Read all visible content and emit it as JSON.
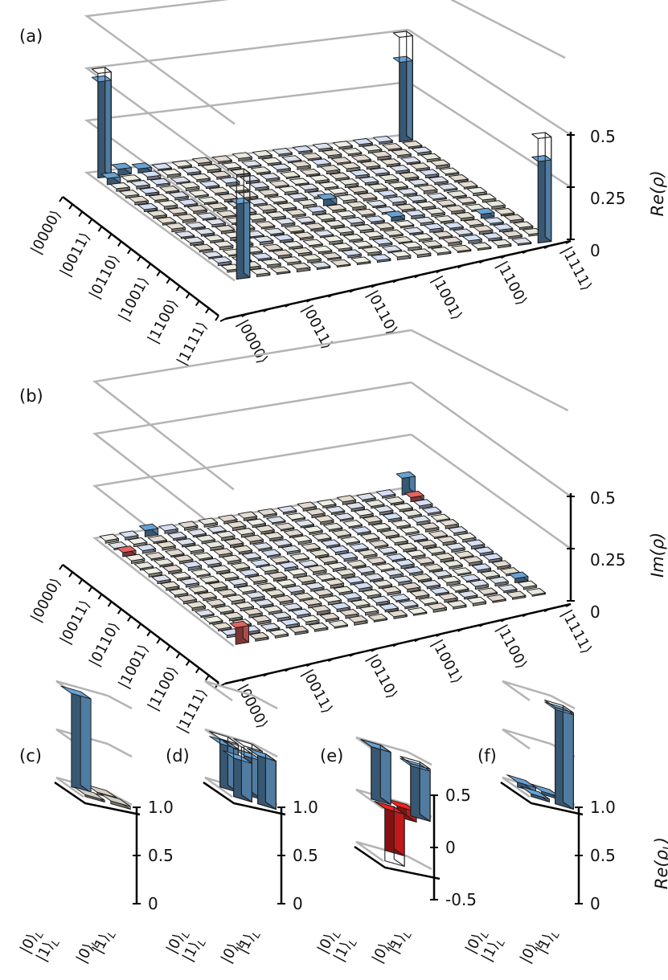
{
  "chart_data": [
    {
      "panel": "(a)",
      "type": "bar3d",
      "zlabel": "Re(ρ)",
      "zticks": [
        "0",
        "0.25",
        "0.5"
      ],
      "zlim": [
        0,
        0.5
      ],
      "row_ticks": [
        "|0000⟩",
        "|0011⟩",
        "|0110⟩",
        "|1001⟩",
        "|1100⟩",
        "|1111⟩"
      ],
      "col_ticks": [
        "|0000⟩",
        "|0011⟩",
        "|0110⟩",
        "|1001⟩",
        "|1100⟩",
        "|1111⟩"
      ],
      "grid_size": 16,
      "bars": [
        {
          "row": 0,
          "col": 0,
          "value": 0.46,
          "ideal": 0.5
        },
        {
          "row": 0,
          "col": 15,
          "value": 0.38,
          "ideal": 0.5
        },
        {
          "row": 15,
          "col": 0,
          "value": 0.36,
          "ideal": 0.5
        },
        {
          "row": 15,
          "col": 15,
          "value": 0.39,
          "ideal": 0.5
        },
        {
          "row": 0,
          "col": 1,
          "value": 0.03
        },
        {
          "row": 1,
          "col": 0,
          "value": 0.03
        },
        {
          "row": 0,
          "col": 2,
          "value": 0.02
        },
        {
          "row": 7,
          "col": 8,
          "value": 0.03
        },
        {
          "row": 10,
          "col": 10,
          "value": 0.02
        },
        {
          "row": 11,
          "col": 14,
          "value": 0.02
        }
      ]
    },
    {
      "panel": "(b)",
      "type": "bar3d",
      "zlabel": "Im(ρ)",
      "zticks": [
        "0",
        "0.25",
        "0.5"
      ],
      "zlim": [
        0,
        0.5
      ],
      "row_ticks": [
        "|0000⟩",
        "|0011⟩",
        "|0110⟩",
        "|1001⟩",
        "|1100⟩",
        "|1111⟩"
      ],
      "col_ticks": [
        "|0000⟩",
        "|0011⟩",
        "|0110⟩",
        "|1001⟩",
        "|1100⟩",
        "|1111⟩"
      ],
      "grid_size": 16,
      "bars": [
        {
          "row": 0,
          "col": 15,
          "value": 0.08
        },
        {
          "row": 15,
          "col": 0,
          "value": -0.08
        },
        {
          "row": 0,
          "col": 2,
          "value": 0.03
        },
        {
          "row": 2,
          "col": 0,
          "value": -0.02
        },
        {
          "row": 1,
          "col": 15,
          "value": -0.02
        },
        {
          "row": 13,
          "col": 15,
          "value": 0.02
        }
      ]
    },
    {
      "panel": "(c)",
      "type": "bar3d",
      "zticks": [
        "0",
        "0.5",
        "1.0"
      ],
      "zlim": [
        0,
        1
      ],
      "row_ticks": [
        "|0⟩L",
        "|1⟩L"
      ],
      "col_ticks": [
        "|0⟩L",
        "|1⟩L"
      ],
      "values": [
        [
          0.97,
          0.0
        ],
        [
          0.0,
          0.03
        ]
      ]
    },
    {
      "panel": "(d)",
      "type": "bar3d",
      "zticks": [
        "0",
        "0.5",
        "1.0"
      ],
      "zlim": [
        0,
        1
      ],
      "row_ticks": [
        "|0⟩L",
        "|1⟩L"
      ],
      "col_ticks": [
        "|0⟩L",
        "|1⟩L"
      ],
      "values": [
        [
          0.45,
          0.4
        ],
        [
          0.4,
          0.5
        ]
      ],
      "ideal": [
        [
          0.5,
          0.5
        ],
        [
          0.5,
          0.5
        ]
      ]
    },
    {
      "panel": "(e)",
      "type": "bar3d",
      "zticks": [
        "-0.5",
        "0",
        "0.5"
      ],
      "zlim": [
        -0.5,
        0.5
      ],
      "row_ticks": [
        "|0⟩L",
        "|1⟩L"
      ],
      "col_ticks": [
        "|0⟩L",
        "|1⟩L"
      ],
      "values": [
        [
          0.5,
          -0.1
        ],
        [
          -0.4,
          0.48
        ]
      ],
      "ideal": [
        [
          0.5,
          0.0
        ],
        [
          -0.5,
          0.5
        ]
      ]
    },
    {
      "panel": "(f)",
      "type": "bar3d",
      "zlabel": "Re(ρL)",
      "zticks": [
        "0",
        "0.5",
        "1.0"
      ],
      "zlim": [
        0,
        1
      ],
      "row_ticks": [
        "|0⟩L",
        "|1⟩L"
      ],
      "col_ticks": [
        "|0⟩L",
        "|1⟩L"
      ],
      "values": [
        [
          0.05,
          0.03
        ],
        [
          0.03,
          0.98
        ]
      ],
      "ideal": [
        [
          0.0,
          0.0
        ],
        [
          0.0,
          1.0
        ]
      ]
    }
  ]
}
